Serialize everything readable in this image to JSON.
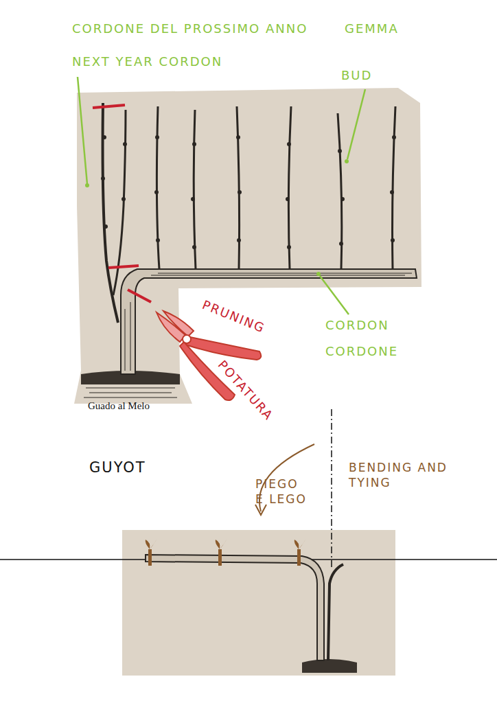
{
  "diagram": {
    "labels": [
      "CORDONE DEL PROSSIMO ANNO",
      "NEXT YEAR CORDON",
      "GEMMA",
      "BUD",
      "CORDON",
      "CORDONE",
      "PRUNING",
      "POTATURA",
      "Guado al Melo",
      "GUYOT",
      "PIEGO E LEGO",
      "BENDING AND TYING"
    ]
  }
}
